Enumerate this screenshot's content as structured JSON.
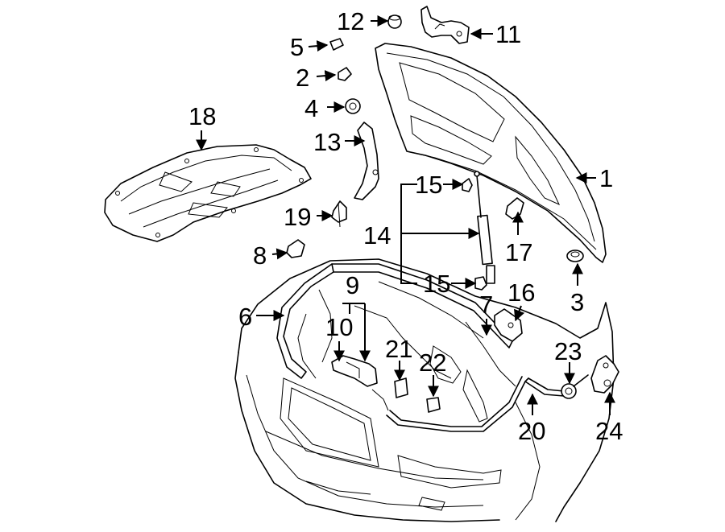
{
  "callouts": {
    "c1": "1",
    "c2": "2",
    "c3": "3",
    "c4": "4",
    "c5": "5",
    "c6": "6",
    "c7": "7",
    "c8": "8",
    "c9": "9",
    "c10": "10",
    "c11": "11",
    "c12": "12",
    "c13": "13",
    "c14": "14",
    "c15a": "15",
    "c15b": "15",
    "c16": "16",
    "c17": "17",
    "c18": "18",
    "c19": "19",
    "c20": "20",
    "c21": "21",
    "c22": "22",
    "c23": "23",
    "c24": "24"
  }
}
